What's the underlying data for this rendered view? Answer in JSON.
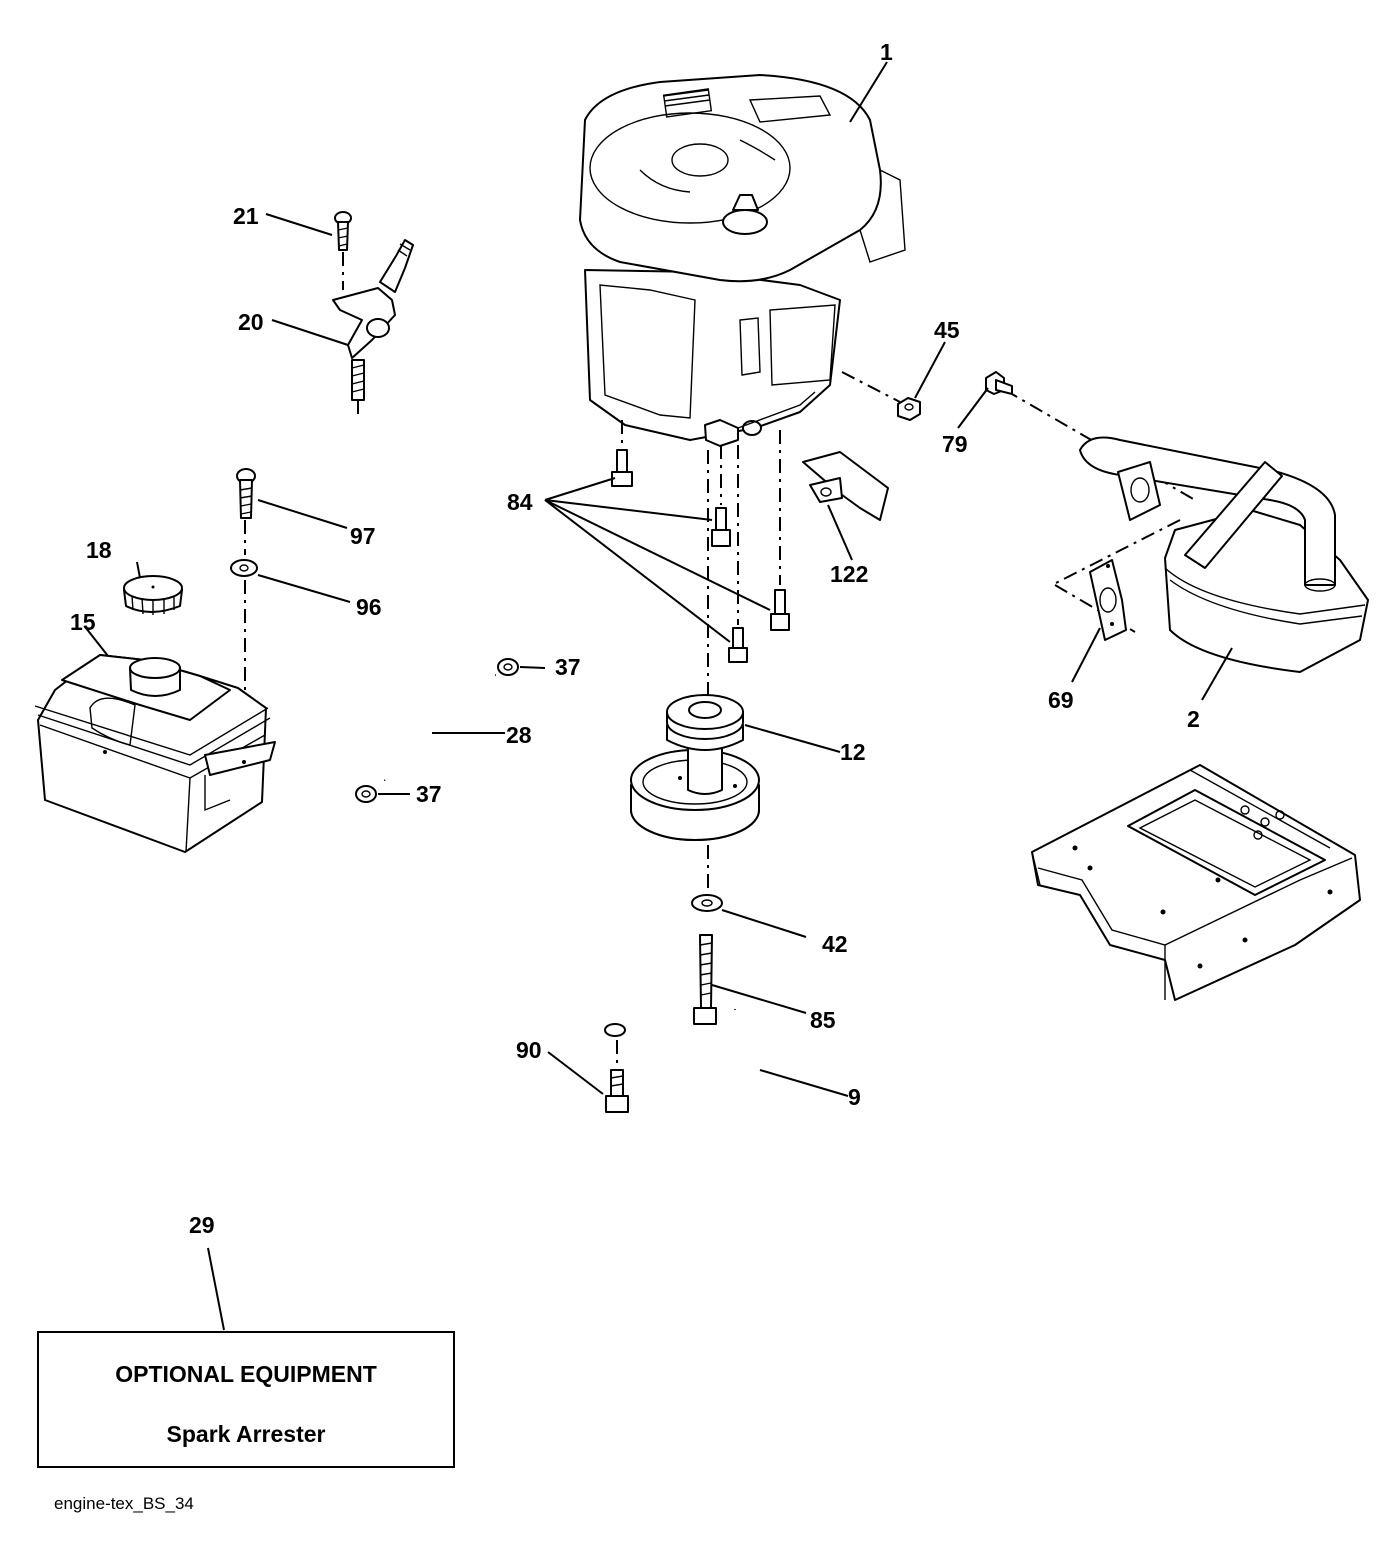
{
  "callouts": {
    "c1": "1",
    "c2": "2",
    "c9": "9",
    "c12": "12",
    "c15": "15",
    "c18": "18",
    "c20": "20",
    "c21": "21",
    "c28": "28",
    "c29": "29",
    "c37a": "37",
    "c37b": "37",
    "c42": "42",
    "c45": "45",
    "c69": "69",
    "c79": "79",
    "c84": "84",
    "c85": "85",
    "c90": "90",
    "c96": "96",
    "c97": "97",
    "c122": "122"
  },
  "optional_box": {
    "title": "OPTIONAL EQUIPMENT",
    "item": "Spark Arrester"
  },
  "drawing_id": "engine-tex_BS_34"
}
